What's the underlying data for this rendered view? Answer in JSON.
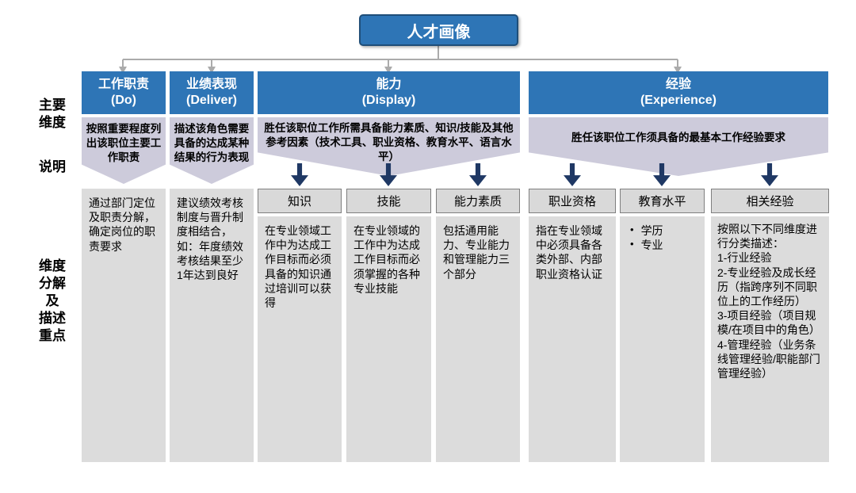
{
  "title": "人才画像",
  "side_labels": {
    "main_dimension": "主要\n维度",
    "explain": "说明",
    "breakdown": "维度\n分解\n及\n描述\n重点"
  },
  "colors": {
    "header_blue": "#2E75B6",
    "title_border_navy": "#1F4E79",
    "arrow_navy": "#1F3864",
    "summary_lavender": "#CDCBDB",
    "subheader_gray": "#D9D9D9",
    "cell_gray": "#DCDCDC",
    "connector_gray": "#ABABAB"
  },
  "columns": [
    {
      "header": "工作职责",
      "header_en": "(Do)",
      "summary": "按照重要程度列出该职位主要工作职责",
      "detail": "通过部门定位及职责分解，确定岗位的职责要求"
    },
    {
      "header": "业绩表现",
      "header_en": "(Deliver)",
      "summary": "描述该角色需要具备的达成某种结果的行为表现",
      "detail": "建议绩效考核制度与晋升制度相结合，如：年度绩效考核结果至少1年达到良好"
    },
    {
      "header": "能力",
      "header_en": "(Display)",
      "summary": "胜任该职位工作所需具备能力素质、知识/技能及其他参考因素（技术工具、职业资格、教育水平、语言水平）",
      "subitems": [
        {
          "label": "知识",
          "detail": "在专业领域工作中为达成工作目标而必须具备的知识通过培训可以获得"
        },
        {
          "label": "技能",
          "detail": "在专业领域的工作中为达成工作目标而必须掌握的各种专业技能"
        },
        {
          "label": "能力素质",
          "detail": "包括通用能力、专业能力和管理能力三个部分"
        }
      ]
    },
    {
      "header": "经验",
      "header_en": "(Experience)",
      "summary": "胜任该职位工作须具备的最基本工作经验要求",
      "subitems": [
        {
          "label": "职业资格",
          "detail": "指在专业领域中必须具备各类外部、内部职业资格认证"
        },
        {
          "label": "教育水平",
          "bullets": [
            "学历",
            "专业"
          ]
        },
        {
          "label": "相关经验",
          "detail": "按照以下不同维度进行分类描述：\n1-行业经验\n2-专业经验及成长经历（指跨序列不同职位上的工作经历）\n3-项目经验（项目规模/在项目中的角色）\n4-管理经验（业务条线管理经验/职能部门管理经验）"
        }
      ]
    }
  ]
}
